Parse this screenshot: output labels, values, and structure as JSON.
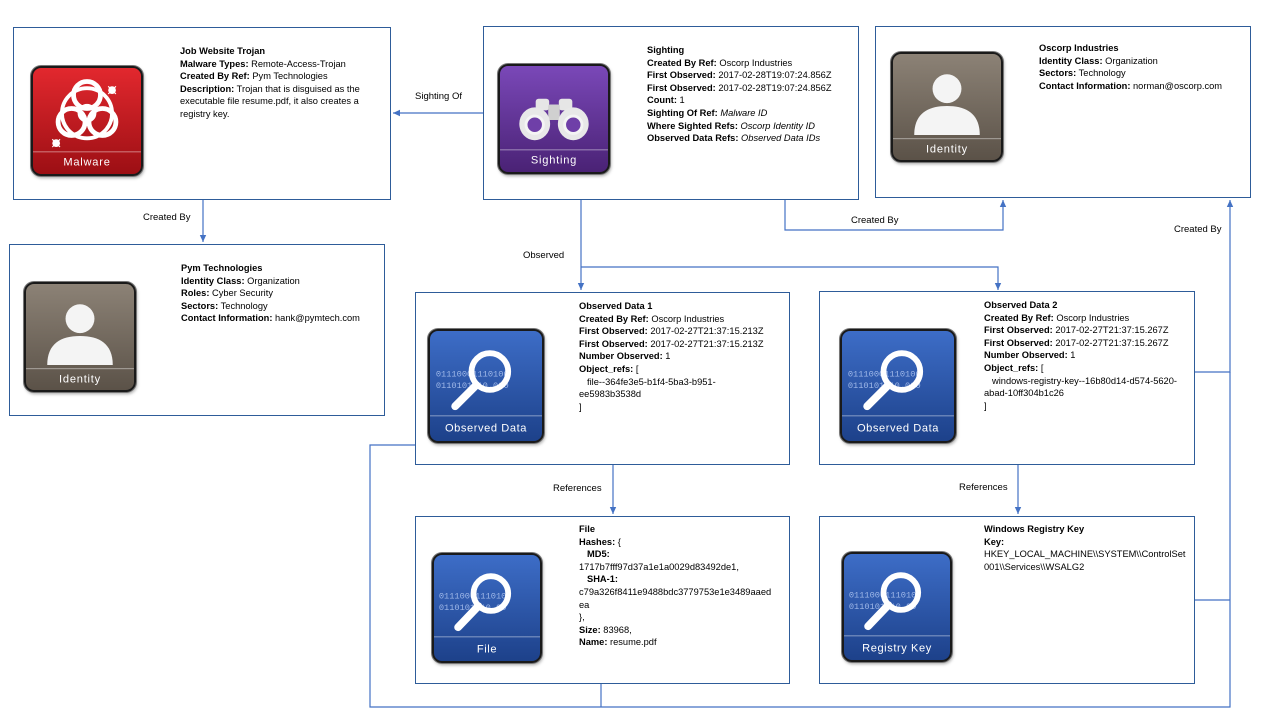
{
  "nodes": {
    "malware": {
      "icon_caption": "Malware",
      "title": "Job Website Trojan",
      "lines": [
        {
          "k": "Malware Types:",
          "v": "Remote-Access-Trojan"
        },
        {
          "k": "Created By Ref:",
          "v": "Pym Technologies"
        },
        {
          "k": "Description:",
          "v": "Trojan that is disguised as the"
        },
        {
          "k": "",
          "v": "executable file resume.pdf, it also creates a"
        },
        {
          "k": "",
          "v": "registry key."
        }
      ]
    },
    "sighting": {
      "icon_caption": "Sighting",
      "title": "Sighting",
      "created_by": {
        "k": "Created By Ref:",
        "v": "Oscorp Industries"
      },
      "first_observed_1": {
        "k": "First Observed:",
        "v": "2017-02-28T19:07:24.856Z"
      },
      "first_observed_2": {
        "k": "First Observed:",
        "v": "2017-02-28T19:07:24.856Z"
      },
      "count": {
        "k": "Count:",
        "v": "1"
      },
      "sighting_of": {
        "k": "Sighting Of Ref:",
        "v": "Malware ID"
      },
      "where_sighted": {
        "k": "Where Sighted Refs:",
        "v": "Oscorp Identity ID"
      },
      "observed_refs": {
        "k": "Observed Data Refs:",
        "v": "Observed Data IDs"
      }
    },
    "oscorp": {
      "icon_caption": "Identity",
      "title": "Oscorp Industries",
      "lines": [
        {
          "k": "Identity Class:",
          "v": "Organization"
        },
        {
          "k": "Sectors:",
          "v": "Technology"
        },
        {
          "k": "Contact Information:",
          "v": "norman@oscorp.com"
        }
      ]
    },
    "pym": {
      "icon_caption": "Identity",
      "title": "Pym Technologies",
      "lines": [
        {
          "k": "Identity Class:",
          "v": "Organization"
        },
        {
          "k": "Roles:",
          "v": "Cyber Security"
        },
        {
          "k": "Sectors:",
          "v": "Technology"
        },
        {
          "k": "Contact Information:",
          "v": "hank@pymtech.com"
        }
      ]
    },
    "observed1": {
      "icon_caption": "Observed Data",
      "title": "Observed Data 1",
      "lines": [
        {
          "k": "Created By Ref:",
          "v": "Oscorp Industries"
        },
        {
          "k": "First Observed:",
          "v": "2017-02-27T21:37:15.213Z"
        },
        {
          "k": "First Observed:",
          "v": "2017-02-27T21:37:15.213Z"
        },
        {
          "k": "Number Observed:",
          "v": "1"
        },
        {
          "k": "Object_refs:",
          "v": "["
        }
      ],
      "refs": [
        "file--364fe3e5-b1f4-5ba3-b951-",
        "ee5983b3538d"
      ],
      "close": "]"
    },
    "observed2": {
      "icon_caption": "Observed Data",
      "title": "Observed Data 2",
      "lines": [
        {
          "k": "Created By Ref:",
          "v": "Oscorp Industries"
        },
        {
          "k": "First Observed:",
          "v": "2017-02-27T21:37:15.267Z"
        },
        {
          "k": "First Observed:",
          "v": "2017-02-27T21:37:15.267Z"
        },
        {
          "k": "Number Observed:",
          "v": "1"
        },
        {
          "k": "Object_refs:",
          "v": "["
        }
      ],
      "refs": [
        "windows-registry-key--16b80d14-d574-5620-",
        "abad-10ff304b1c26"
      ],
      "close": "]"
    },
    "file": {
      "icon_caption": "File",
      "title": "File",
      "hashes": {
        "k": "Hashes:",
        "v": "{"
      },
      "md5_key": "MD5:",
      "md5": "1717b7fff97d37a1e1a0029d83492de1,",
      "sha1_key": "SHA-1:",
      "sha1_a": "c79a326f8411e9488bdc3779753e1e3489aaed",
      "sha1_b": "ea",
      "close": "},",
      "size": {
        "k": "Size:",
        "v": "83968,"
      },
      "name": {
        "k": "Name:",
        "v": "resume.pdf"
      }
    },
    "regkey": {
      "icon_caption": "Registry Key",
      "title": "Windows Registry Key",
      "key_label": "Key:",
      "key_a": "HKEY_LOCAL_MACHINE\\\\SYSTEM\\\\ControlSet",
      "key_b": "001\\\\Services\\\\WSALG2"
    }
  },
  "edges": {
    "sighting_of": "Sighting Of",
    "created_by_malware": "Created By",
    "created_by_sighting": "Created By",
    "created_by_right": "Created By",
    "observed": "Observed",
    "references_1": "References",
    "references_2": "References"
  },
  "icons": {
    "malware": "biohazard-icon",
    "sighting": "binoculars-icon",
    "identity": "person-silhouette-icon",
    "observed": "magnifier-binary-icon"
  },
  "colors": {
    "connector": "#4472c4",
    "box_border": "#2e5c99",
    "malware_red": "#c8161d",
    "sighting_purple": "#5b2d91",
    "identity_brown": "#6e6458",
    "observed_blue": "#2855a8"
  }
}
